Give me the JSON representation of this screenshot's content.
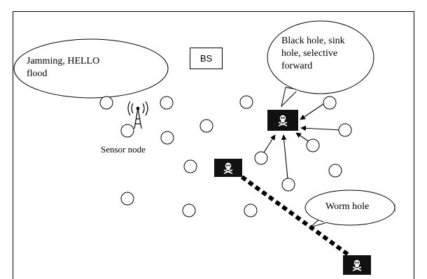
{
  "labels": {
    "base_station": "BS",
    "sensor_node": "Sensor node",
    "jamming_bubble": [
      "Jamming, HELLO",
      "flood"
    ],
    "blackhole_bubble": [
      "Black hole, sink",
      "hole, selective",
      "forward"
    ],
    "wormhole_bubble": "Worm hole"
  },
  "icons": {
    "attacker": "skull-crossbones-flag-icon",
    "tower": "radio-tower-icon",
    "node": "sensor-node-circle"
  },
  "colors": {
    "stroke": "#000000",
    "attacker_fill": "#111111",
    "background": "#ffffff"
  }
}
